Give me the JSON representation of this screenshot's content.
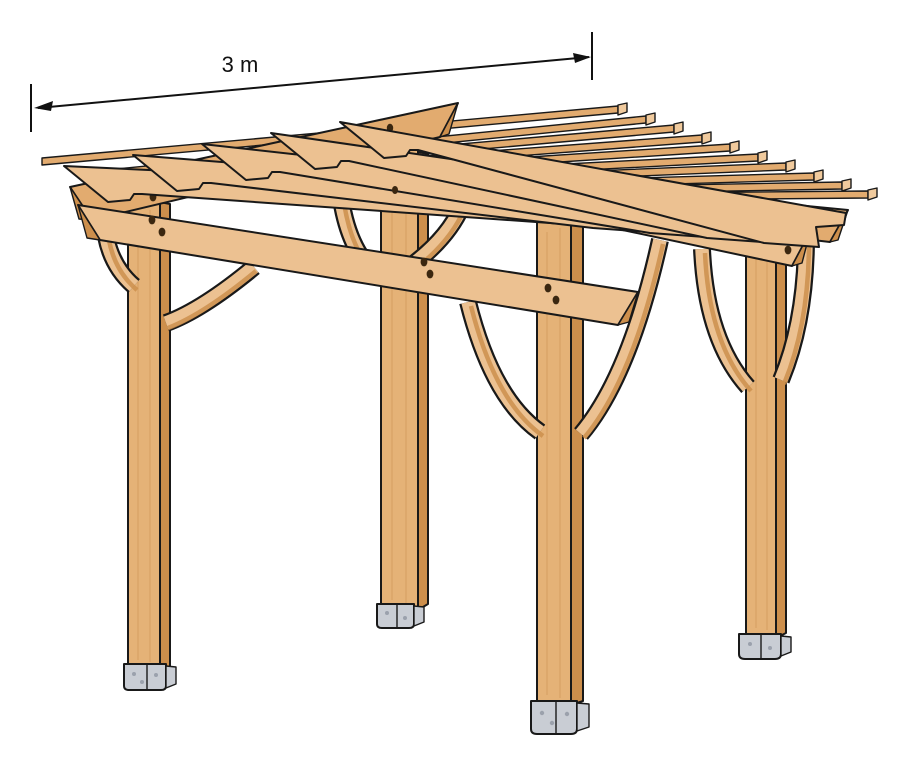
{
  "dimension": {
    "label": "3 m"
  },
  "diagram": {
    "subject": "timber pergola assembly illustration",
    "parts": [
      "dimension-line",
      "purlin",
      "rafter",
      "girder-beam",
      "cross-beam",
      "post",
      "knee-brace",
      "peg-hole",
      "concrete-footing"
    ]
  },
  "colors": {
    "wood_light": "#ECC191",
    "wood_mid": "#E2AB6F",
    "wood_post": "#E5B277",
    "wood_dark": "#CD8F4C",
    "wood_cap": "#F0CA9D",
    "outline": "#191919",
    "peg_hole": "#3B2710",
    "footing": "#C9CDD4",
    "footing_shadow": "#9BA1AC",
    "dimension": "#111111",
    "background": "#FFFFFF"
  }
}
